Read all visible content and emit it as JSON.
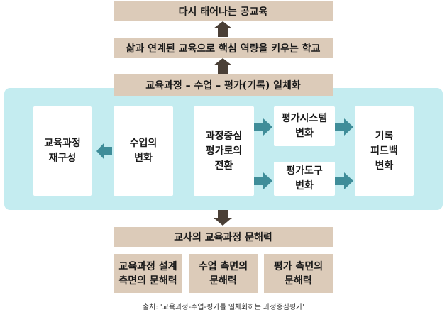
{
  "top": {
    "goal": "다시 태어나는 공교육",
    "school": "삶과 연계된 교육으로 핵심 역량을 키우는 학교",
    "integration": "교육과정 – 수업 – 평가(기록) 일체화"
  },
  "panel": {
    "curriculum": [
      "교육과정",
      "재구성"
    ],
    "lesson": [
      "수업의",
      "변화"
    ],
    "center": [
      "과정중심",
      "평가로의",
      "전환"
    ],
    "system": [
      "평가시스템",
      "변화"
    ],
    "tool": [
      "평가도구",
      "변화"
    ],
    "feedback": [
      "기록",
      "피드백",
      "변화"
    ]
  },
  "bottom": {
    "literacy": "교사의 교육과정 문해력",
    "items": [
      [
        "교육과정 설계",
        "측면의 문해력"
      ],
      [
        "수업 측면의",
        "문해력"
      ],
      [
        "평가 측면의",
        "문해력"
      ]
    ]
  },
  "caption": "출처: '교육과정-수업-평가를 일체화하는 과정중심평가'",
  "colors": {
    "tan": "#dccbb9",
    "panel": "#c4ecf0",
    "teal_arrow": "#3f8d99",
    "dark_arrow": "#4a3f36"
  }
}
